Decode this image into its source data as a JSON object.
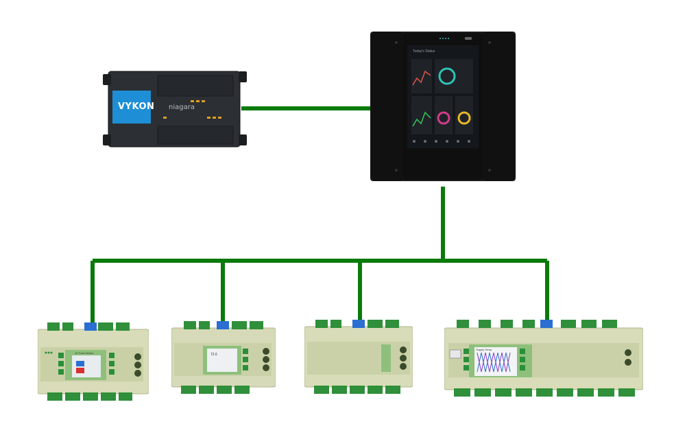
{
  "colors": {
    "wire": "#0a7a0a",
    "background": "#ffffff",
    "jace_body": "#2c2f33",
    "jace_accent": "#1e8fd6",
    "panel_body": "#1a1a1a",
    "controller_body": "#d8dcb8",
    "controller_face": "#8ec07c",
    "terminal_green": "#2f8f3a",
    "terminal_blue": "#2a6fd1"
  },
  "jace": {
    "brand": "VYKON",
    "product": "niagara"
  },
  "panel": {
    "screen_title": "Today's Status"
  },
  "controllers": [
    {
      "type": "with-display",
      "screen_title": "14 Tone Device"
    },
    {
      "type": "with-display",
      "screen_title": "72.6"
    },
    {
      "type": "no-display",
      "screen_title": ""
    },
    {
      "type": "wide-with-display",
      "screen_title": "Supply Temp"
    }
  ]
}
